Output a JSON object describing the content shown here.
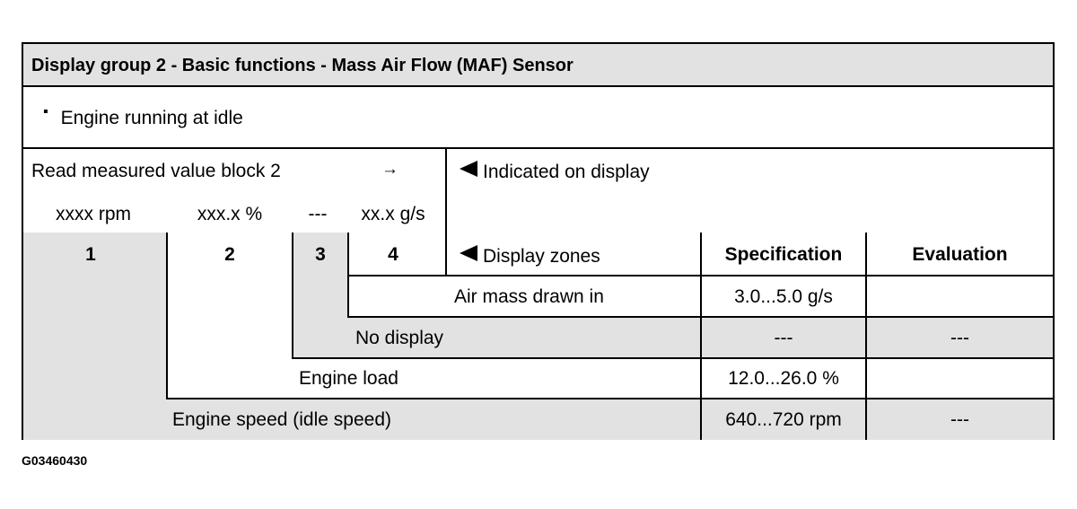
{
  "title": "Display group 2 - Basic functions - Mass Air Flow (MAF) Sensor",
  "condition": {
    "bullet": "▪",
    "text": "Engine running at idle"
  },
  "block": {
    "label": "Read measured value block 2",
    "arrow": "→",
    "fields": [
      "xxxx rpm",
      "xxx.x %",
      "---",
      "xx.x g/s"
    ]
  },
  "indicated": {
    "icon": "pointer-left-icon",
    "text": "Indicated on display"
  },
  "zones": {
    "numbers": [
      "1",
      "2",
      "3",
      "4"
    ],
    "label": "Display zones",
    "specification_header": "Specification",
    "evaluation_header": "Evaluation"
  },
  "rows": [
    {
      "label": "Air mass drawn in",
      "spec": "3.0...5.0 g/s",
      "eval": ""
    },
    {
      "label": "No display",
      "spec": "---",
      "eval": "---"
    },
    {
      "label": "Engine load",
      "spec": "12.0...26.0 %",
      "eval": ""
    },
    {
      "label": "Engine speed (idle speed)",
      "spec": "640...720 rpm",
      "eval": "---"
    }
  ],
  "figure_id": "G03460430",
  "colors": {
    "shade": "#e2e2e2",
    "line": "#000000"
  }
}
